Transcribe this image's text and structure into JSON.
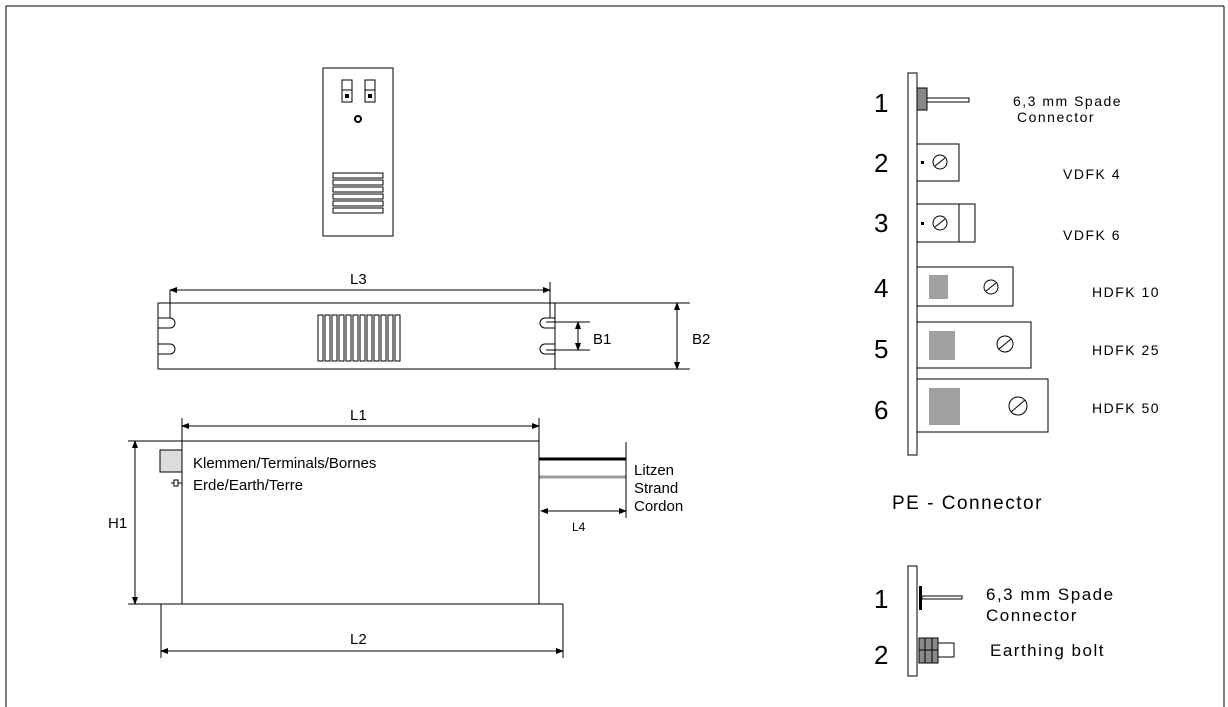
{
  "dimensions": {
    "L1": "L1",
    "L2": "L2",
    "L3": "L3",
    "L4": "L4",
    "B1": "B1",
    "B2": "B2",
    "H1": "H1"
  },
  "side_view": {
    "terminals_label": "Klemmen/Terminals/Bornes",
    "earth_label": "Erde/Earth/Terre",
    "wires_label_1": "Litzen",
    "wires_label_2": "Strand",
    "wires_label_3": "Cordon"
  },
  "terminal_types": [
    {
      "num": "1",
      "name_line1": "6,3 mm Spade",
      "name_line2": "Connector"
    },
    {
      "num": "2",
      "name": "VDFK 4"
    },
    {
      "num": "3",
      "name": "VDFK 6"
    },
    {
      "num": "4",
      "name": "HDFK 10"
    },
    {
      "num": "5",
      "name": "HDFK 25"
    },
    {
      "num": "6",
      "name": "HDFK 50"
    }
  ],
  "pe_connector": {
    "title": "PE - Connector",
    "items": [
      {
        "num": "1",
        "name_line1": "6,3 mm Spade",
        "name_line2": "Connector"
      },
      {
        "num": "2",
        "name": "Earthing bolt"
      }
    ]
  }
}
